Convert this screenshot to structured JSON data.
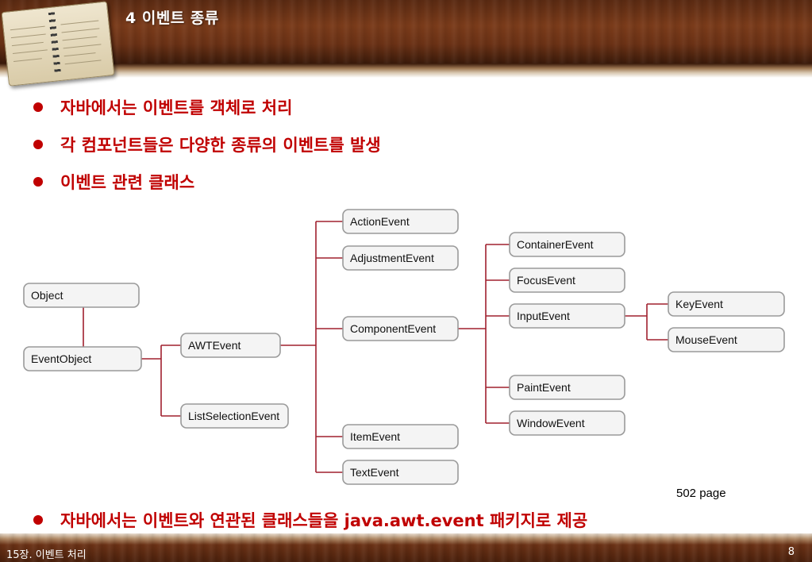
{
  "header": {
    "title": "4 이벤트 종류"
  },
  "bullets": [
    "자바에서는 이벤트를 객체로 처리",
    "각 컴포넌트들은 다양한 종류의 이벤트를 발생",
    "이벤트 관련 클래스"
  ],
  "bottom_bullet": "자바에서는 이벤트와 연관된 클래스들을 java.awt.event 패키지로 제공",
  "page_ref": "502 page",
  "footer": {
    "chapter": "15장. 이벤트 처리",
    "page_number": "8"
  },
  "colors": {
    "accent": "#c00000",
    "connector": "#a0202e",
    "node_fill": "#f4f4f4",
    "node_border": "#9a9a9a"
  },
  "diagram": {
    "nodes": [
      {
        "id": "object",
        "label": "Object"
      },
      {
        "id": "eventobject",
        "label": "EventObject"
      },
      {
        "id": "awtevent",
        "label": "AWTEvent"
      },
      {
        "id": "listselectionevent",
        "label": "ListSelectionEvent"
      },
      {
        "id": "actionevent",
        "label": "ActionEvent"
      },
      {
        "id": "adjustmentevent",
        "label": "AdjustmentEvent"
      },
      {
        "id": "componentevent",
        "label": "ComponentEvent"
      },
      {
        "id": "itemevent",
        "label": "ItemEvent"
      },
      {
        "id": "textevent",
        "label": "TextEvent"
      },
      {
        "id": "containerevent",
        "label": "ContainerEvent"
      },
      {
        "id": "focusevent",
        "label": "FocusEvent"
      },
      {
        "id": "inputevent",
        "label": "InputEvent"
      },
      {
        "id": "paintevent",
        "label": "PaintEvent"
      },
      {
        "id": "windowevent",
        "label": "WindowEvent"
      },
      {
        "id": "keyevent",
        "label": "KeyEvent"
      },
      {
        "id": "mouseevent",
        "label": "MouseEvent"
      }
    ],
    "edges": [
      {
        "from": "object",
        "to": "eventobject"
      },
      {
        "from": "eventobject",
        "to": "awtevent"
      },
      {
        "from": "eventobject",
        "to": "listselectionevent"
      },
      {
        "from": "awtevent",
        "to": "actionevent"
      },
      {
        "from": "awtevent",
        "to": "adjustmentevent"
      },
      {
        "from": "awtevent",
        "to": "componentevent"
      },
      {
        "from": "awtevent",
        "to": "itemevent"
      },
      {
        "from": "awtevent",
        "to": "textevent"
      },
      {
        "from": "componentevent",
        "to": "containerevent"
      },
      {
        "from": "componentevent",
        "to": "focusevent"
      },
      {
        "from": "componentevent",
        "to": "inputevent"
      },
      {
        "from": "componentevent",
        "to": "paintevent"
      },
      {
        "from": "componentevent",
        "to": "windowevent"
      },
      {
        "from": "inputevent",
        "to": "keyevent"
      },
      {
        "from": "inputevent",
        "to": "mouseevent"
      }
    ]
  }
}
